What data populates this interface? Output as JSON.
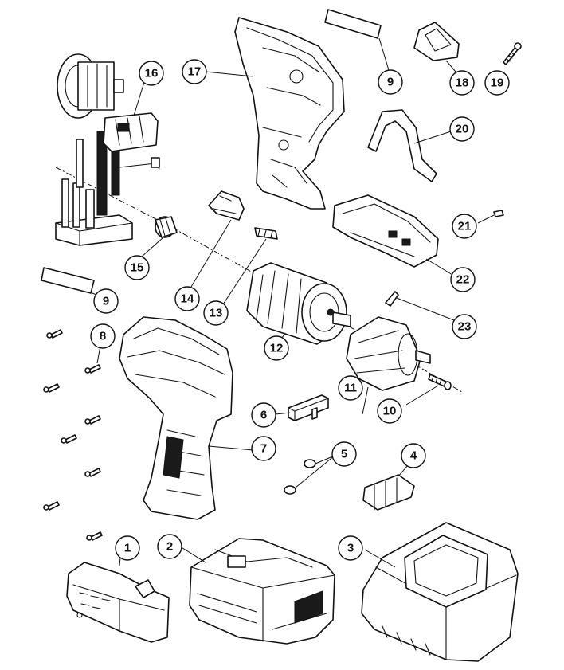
{
  "callouts": [
    {
      "id": "c1",
      "label": "1"
    },
    {
      "id": "c2",
      "label": "2"
    },
    {
      "id": "c3",
      "label": "3"
    },
    {
      "id": "c4",
      "label": "4"
    },
    {
      "id": "c5",
      "label": "5"
    },
    {
      "id": "c6",
      "label": "6"
    },
    {
      "id": "c7",
      "label": "7"
    },
    {
      "id": "c8",
      "label": "8"
    },
    {
      "id": "c9a",
      "label": "9"
    },
    {
      "id": "c9b",
      "label": "9"
    },
    {
      "id": "c10",
      "label": "10"
    },
    {
      "id": "c11",
      "label": "11"
    },
    {
      "id": "c12",
      "label": "12"
    },
    {
      "id": "c13",
      "label": "13"
    },
    {
      "id": "c14",
      "label": "14"
    },
    {
      "id": "c15",
      "label": "15"
    },
    {
      "id": "c16",
      "label": "16"
    },
    {
      "id": "c17",
      "label": "17"
    },
    {
      "id": "c18",
      "label": "18"
    },
    {
      "id": "c19",
      "label": "19"
    },
    {
      "id": "c20",
      "label": "20"
    },
    {
      "id": "c21",
      "label": "21"
    },
    {
      "id": "c22",
      "label": "22"
    },
    {
      "id": "c23",
      "label": "23"
    }
  ]
}
